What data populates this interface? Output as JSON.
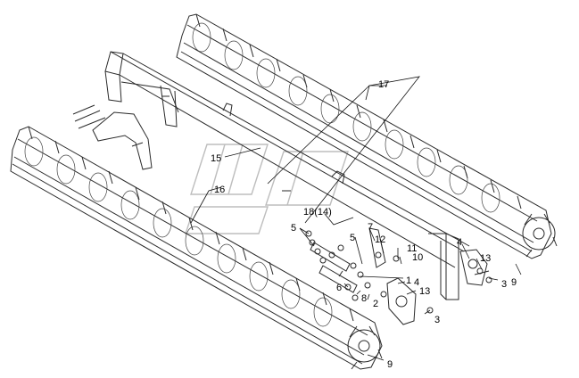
{
  "labels": {
    "l17": "17",
    "l15": "15",
    "l16": "16",
    "l18": "18(14)",
    "l5a": "5",
    "l5b": "5",
    "l7": "7",
    "l12": "12",
    "l11": "11",
    "l10": "10",
    "l4a": "4",
    "l13a": "13",
    "l3a": "3",
    "l9a": "9",
    "l1": "1",
    "l4b": "4",
    "l13b": "13",
    "l6": "6",
    "l8": "8",
    "l2": "2",
    "l3b": "3",
    "l9b": "9"
  }
}
